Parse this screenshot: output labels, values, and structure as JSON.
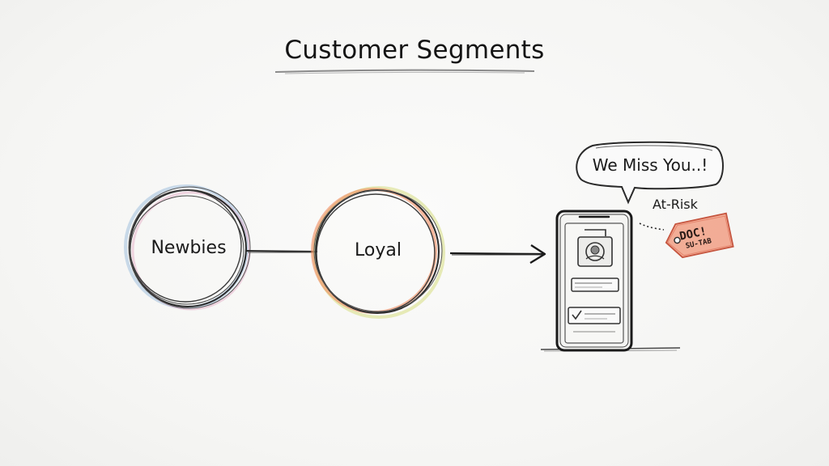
{
  "title": "Customer Segments",
  "nodes": {
    "newbies": "Newbies",
    "loyal": "Loyal"
  },
  "bubble": {
    "text": "We Miss You..!"
  },
  "at_risk_label": "At-Risk",
  "tag": {
    "line1": "DOC!",
    "line2": "SU-TAB"
  },
  "colors": {
    "ink": "#1c1c1c",
    "newbies_accent_blue": "#8fb4d9",
    "newbies_accent_pink": "#e3a6c4",
    "loyal_accent_orange": "#f08a5d",
    "loyal_accent_yellow": "#d9e08a",
    "tag_fill": "#f2a58c"
  }
}
